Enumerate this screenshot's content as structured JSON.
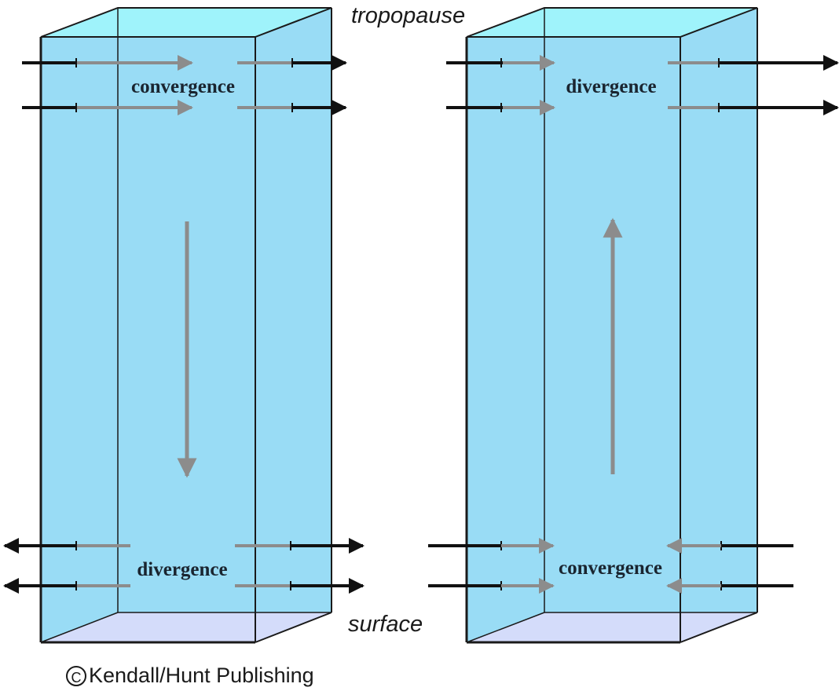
{
  "labels": {
    "tropopause": "tropopause",
    "surface": "surface",
    "left_top": "convergence",
    "left_bottom": "divergence",
    "right_top": "divergence",
    "right_bottom": "convergence",
    "credit": "Kendall/Hunt Publishing",
    "copyright_symbol": "C"
  },
  "colors": {
    "face_front": "#99dcf5",
    "face_top": "#9ff3fb",
    "face_bottom": "#d4dcfa",
    "edge": "#1a1a1a",
    "arrow_black": "#111111",
    "arrow_gray": "#8c8c8c"
  },
  "icons": {
    "copyright": "copyright-icon"
  },
  "columns": [
    {
      "name": "left-column",
      "vertical_motion": "sinking",
      "aloft": "convergence",
      "surface": "divergence"
    },
    {
      "name": "right-column",
      "vertical_motion": "rising",
      "aloft": "divergence",
      "surface": "convergence"
    }
  ]
}
